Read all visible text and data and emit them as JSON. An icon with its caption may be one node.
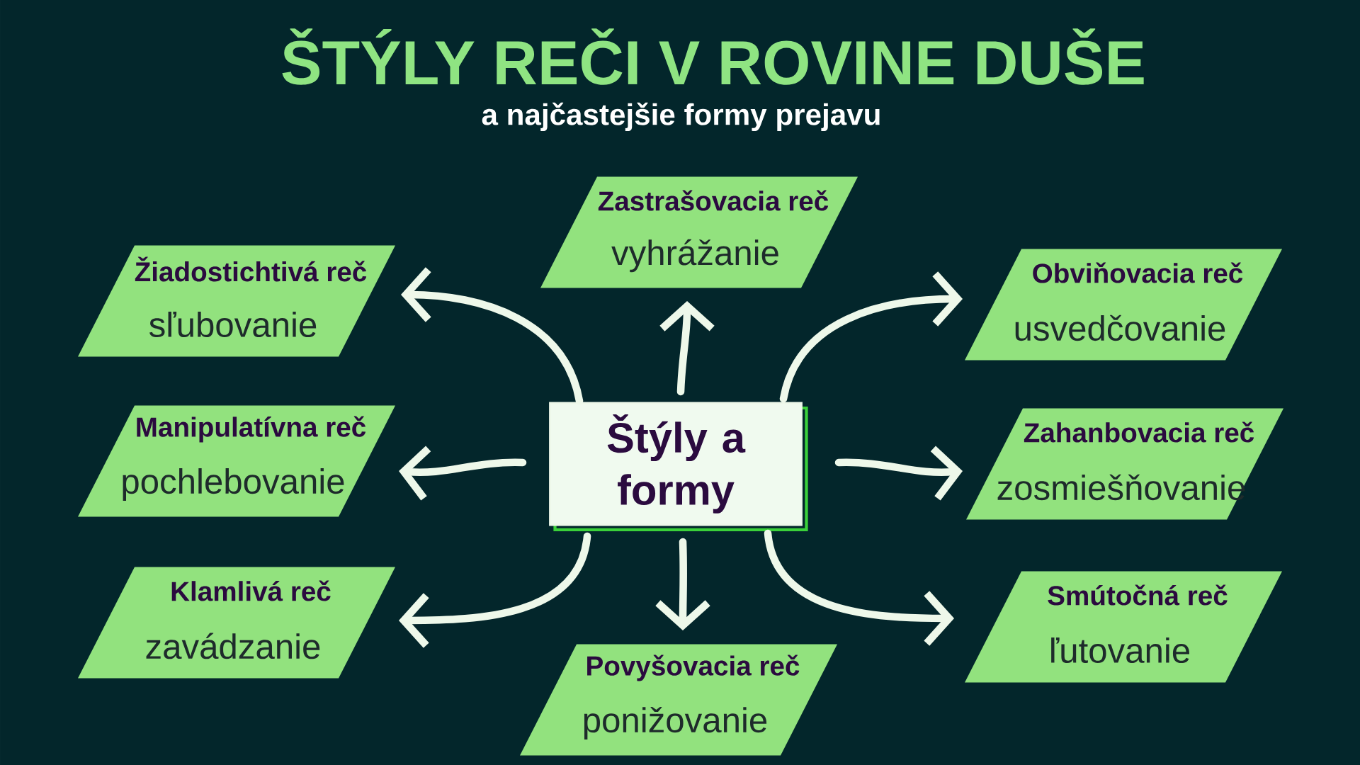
{
  "diagram": {
    "title": "ŠTÝLY REČI V ROVINE DUŠE",
    "nodes": [
      {
        "text": [
          "Štýly a formy"
        ]
      },
      {
        "text": [
          "Zastrašovacia reč",
          "vyhrážanie"
        ]
      },
      {
        "text": [
          "Žiadostichtivá reč",
          "sľubovanie"
        ]
      },
      {
        "text": [
          "Obviňovacia reč",
          "usvedčovanie"
        ]
      },
      {
        "text": [
          "Manipulatívna reč",
          "pochlebovanie"
        ]
      },
      {
        "text": [
          "Zahanbovacia reč",
          "zosmiešňovanie"
        ]
      },
      {
        "text": [
          "Klamlivá reč",
          "zavádzanie"
        ]
      },
      {
        "text": [
          "Smútočná reč",
          "ľutovanie"
        ]
      },
      {
        "text": [
          "Povyšovacia reč",
          "ponižovanie"
        ]
      }
    ],
    "edges": [
      {
        "from": 0,
        "to": 1,
        "arrow": "to"
      },
      {
        "from": 0,
        "to": 2,
        "arrow": "to"
      },
      {
        "from": 0,
        "to": 3,
        "arrow": "to"
      },
      {
        "from": 0,
        "to": 4,
        "arrow": "to"
      },
      {
        "from": 0,
        "to": 5,
        "arrow": "to"
      },
      {
        "from": 0,
        "to": 6,
        "arrow": "to"
      },
      {
        "from": 0,
        "to": 7,
        "arrow": "to"
      },
      {
        "from": 0,
        "to": 8,
        "arrow": "to"
      }
    ],
    "labels": [
      "a najčastejšie formy prejavu"
    ]
  }
}
